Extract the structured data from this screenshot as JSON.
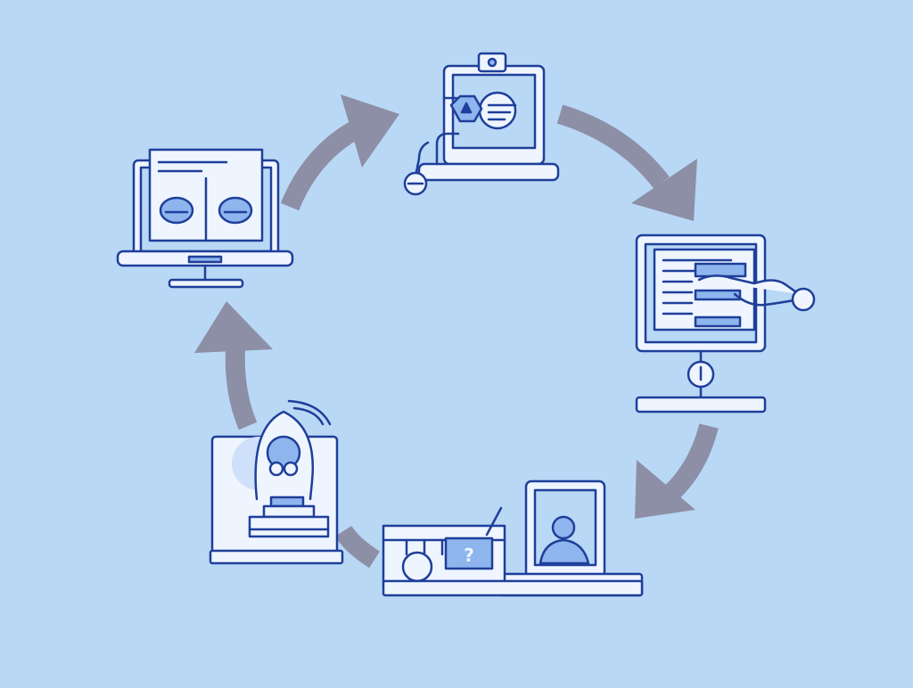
{
  "diagram": {
    "type": "cycle",
    "node_count": 5,
    "nodes": [
      {
        "id": "dual-screen-monitor",
        "icon": "monitor-with-eyes-icon"
      },
      {
        "id": "clipboard-with-arm",
        "icon": "clipboard-robot-arm-icon"
      },
      {
        "id": "monitor-with-hand",
        "icon": "monitor-pointing-hand-icon"
      },
      {
        "id": "workbench-and-profile",
        "icon": "workstation-profile-icon"
      },
      {
        "id": "robot-on-platform",
        "icon": "robot-head-icon"
      }
    ],
    "arrow_direction": "clockwise",
    "question_mark": "?"
  },
  "colors": {
    "background": "#b8d8f5",
    "line": "#1f3f9a",
    "fill_light": "#eef5ff",
    "fill_accent": "#8fb5ee",
    "arrow": "#8d8fa6"
  }
}
